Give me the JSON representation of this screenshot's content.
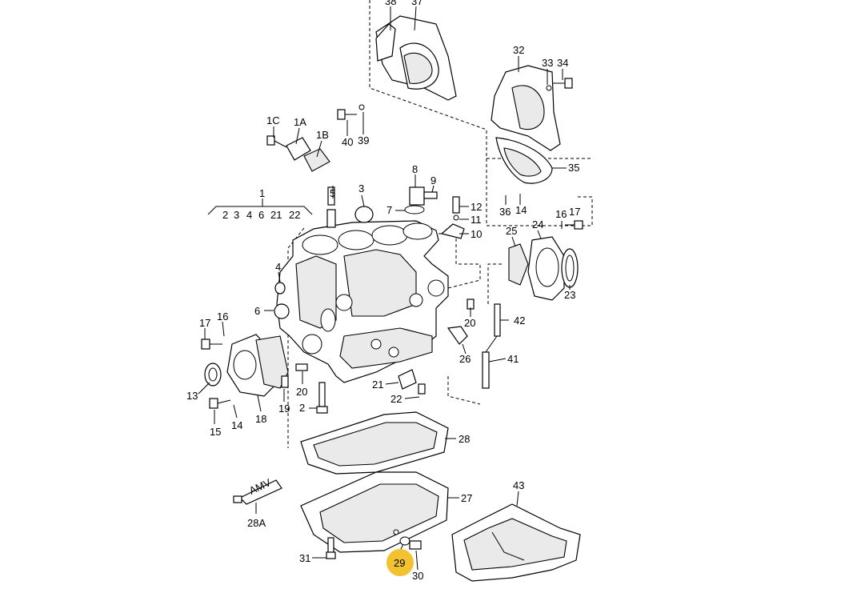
{
  "labels": {
    "l38": "38",
    "l37": "37",
    "l32": "32",
    "l33": "33",
    "l34": "34",
    "l1C": "1C",
    "l1A": "1A",
    "l1B": "1B",
    "l40": "40",
    "l39": "39",
    "l35": "35",
    "l1": "1",
    "l2": "2",
    "l3g": "3",
    "l4g": "4",
    "l6g": "6",
    "l21g": "21",
    "l22g": "22",
    "l5": "5",
    "l3": "3",
    "l8": "8",
    "l9": "9",
    "l7": "7",
    "l12": "12",
    "l11": "11",
    "l10": "10",
    "l36": "36",
    "l14a": "14",
    "l16a": "16",
    "l17a": "17",
    "l25": "25",
    "l24": "24",
    "l23": "23",
    "l4": "4",
    "l6": "6",
    "l20a": "20",
    "l42": "42",
    "l17b": "17",
    "l16b": "16",
    "l26": "26",
    "l41": "41",
    "l13": "13",
    "l20b": "20",
    "l21": "21",
    "l22": "22",
    "l15": "15",
    "l14b": "14",
    "l18": "18",
    "l19": "19",
    "l2b": "2",
    "l28": "28",
    "l28A": "28A",
    "l27": "27",
    "l43": "43",
    "l31": "31",
    "l29": "29",
    "l30": "30",
    "amv": "AMV"
  },
  "highlight": {
    "label": "29",
    "color": "#f2c230"
  }
}
